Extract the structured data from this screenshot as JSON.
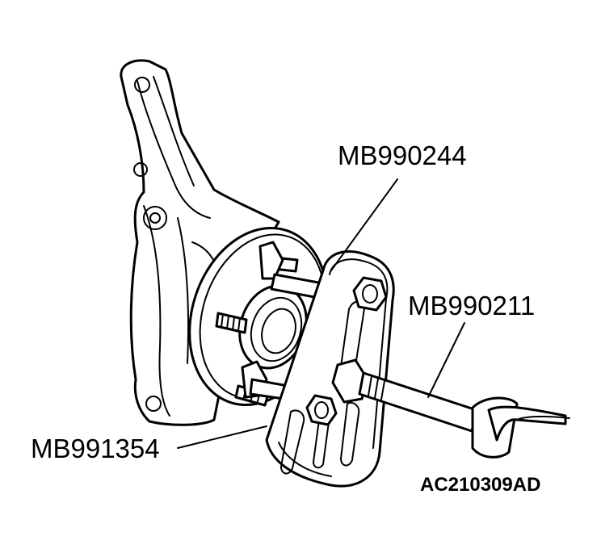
{
  "callouts": {
    "puller_bolt_tool": "MB990244",
    "handle_tool": "MB990211",
    "puller_plate_tool": "MB991354"
  },
  "figure_reference": "AC210309AD"
}
